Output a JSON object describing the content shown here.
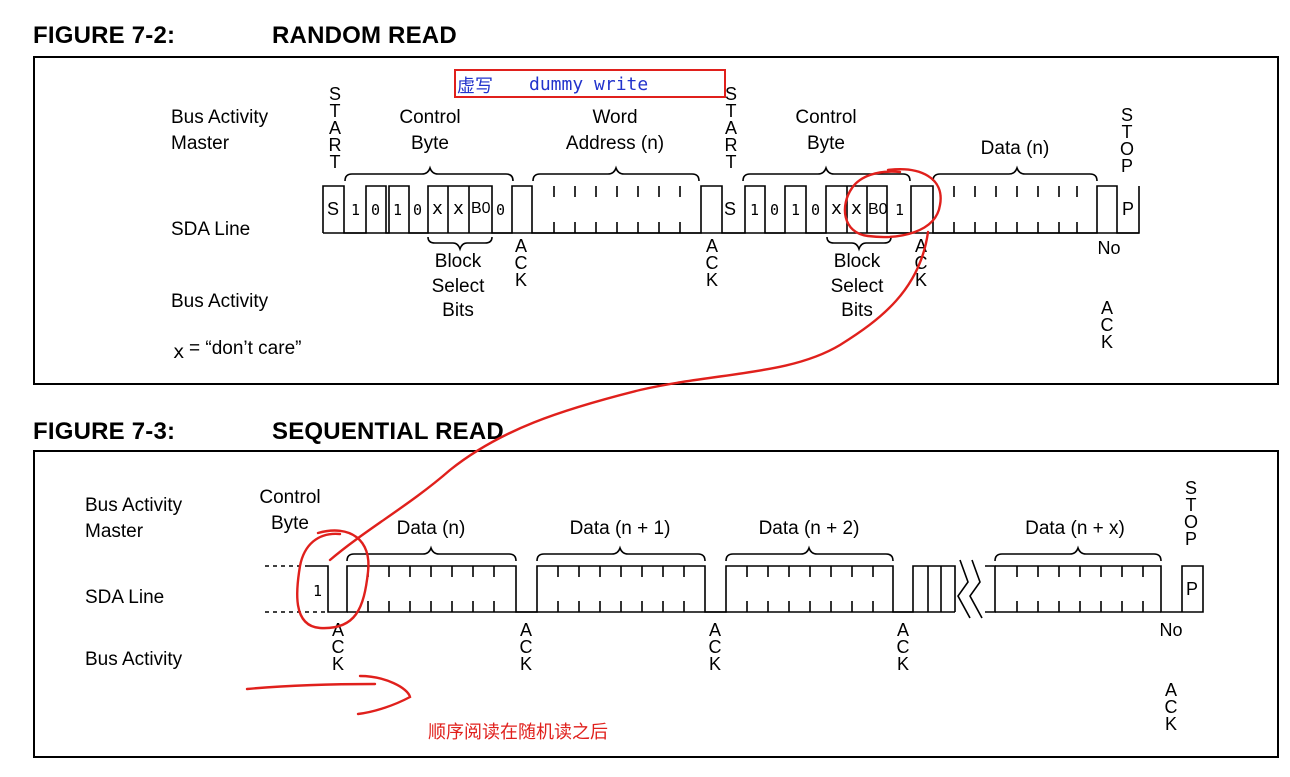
{
  "figure1": {
    "number": "FIGURE 7-2:",
    "title": "RANDOM READ",
    "bus_activity_master": [
      "Bus Activity",
      "Master"
    ],
    "sda_line": "SDA Line",
    "bus_activity": "Bus Activity",
    "dont_care_x": "x",
    "dont_care_text": "= “don’t care”",
    "annotation_cn": "虚写",
    "annotation_en": "dummy write",
    "start": "START",
    "stop": "STOP",
    "control_byte": [
      "Control",
      "Byte"
    ],
    "word_address": [
      "Word",
      "Address (n)"
    ],
    "data_n": "Data (n)",
    "block_select": [
      "Block",
      "Select",
      "Bits"
    ],
    "ack": "ACK",
    "no": "No",
    "s_label": "S",
    "p_label": "P",
    "bits_first": [
      "1",
      "0",
      "1",
      "0",
      "x",
      "x",
      "B0",
      "0"
    ],
    "bits_second": [
      "1",
      "0",
      "1",
      "0",
      "x",
      "x",
      "B0",
      "1"
    ]
  },
  "figure2": {
    "number": "FIGURE 7-3:",
    "title": "SEQUENTIAL READ",
    "bus_activity_master": [
      "Bus Activity",
      "Master"
    ],
    "sda_line": "SDA Line",
    "bus_activity": "Bus Activity",
    "control_byte": [
      "Control",
      "Byte"
    ],
    "data_labels": [
      "Data (n)",
      "Data (n + 1)",
      "Data (n + 2)",
      "Data (n + x)"
    ],
    "stop": "STOP",
    "ack": "ACK",
    "no": "No",
    "p_label": "P",
    "bit_one": "1",
    "note_cn": "顺序阅读在随机读之后"
  },
  "colors": {
    "annotation_red": "#e0201c",
    "annotation_blue": "#2233cc"
  }
}
